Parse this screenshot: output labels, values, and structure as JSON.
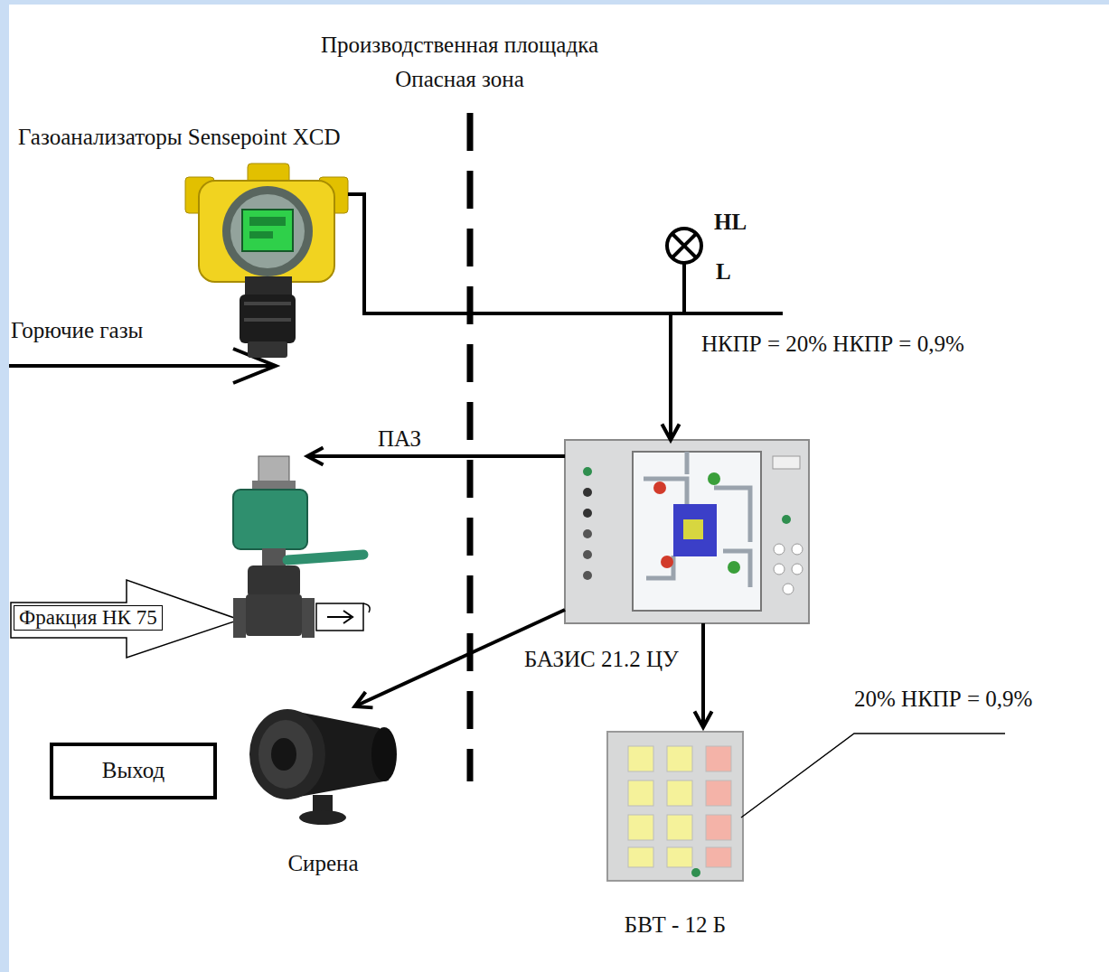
{
  "diagram": {
    "nodes": [
      {
        "text": [
          "Газоанализаторы Sensepoint XCD"
        ]
      },
      {
        "text": [
          "HL",
          "L"
        ]
      },
      {
        "text": [
          "БАЗИС 21.2 ЦУ"
        ]
      },
      {
        "text": [
          "Фракция НК 75"
        ]
      },
      {
        "text": [
          "Выход"
        ]
      },
      {
        "text": [
          "Сирена"
        ]
      },
      {
        "text": [
          "БВТ - 12 Б"
        ]
      }
    ],
    "edges": [
      {
        "from": 0,
        "to": 1,
        "arrow": "none"
      },
      {
        "from": 0,
        "to": 2,
        "arrow": "to",
        "label": "НКПР = 20% НКПР = 0,9%"
      },
      {
        "from": 2,
        "to": 3,
        "arrow": "to",
        "label": "ПАЗ"
      },
      {
        "from": 2,
        "to": 5,
        "arrow": "to"
      },
      {
        "from": 2,
        "to": 6,
        "arrow": "to"
      }
    ],
    "labels": [
      "Производственная площадка Опасная зона",
      "Горючие газы",
      "20% НКПР = 0,9%"
    ]
  }
}
